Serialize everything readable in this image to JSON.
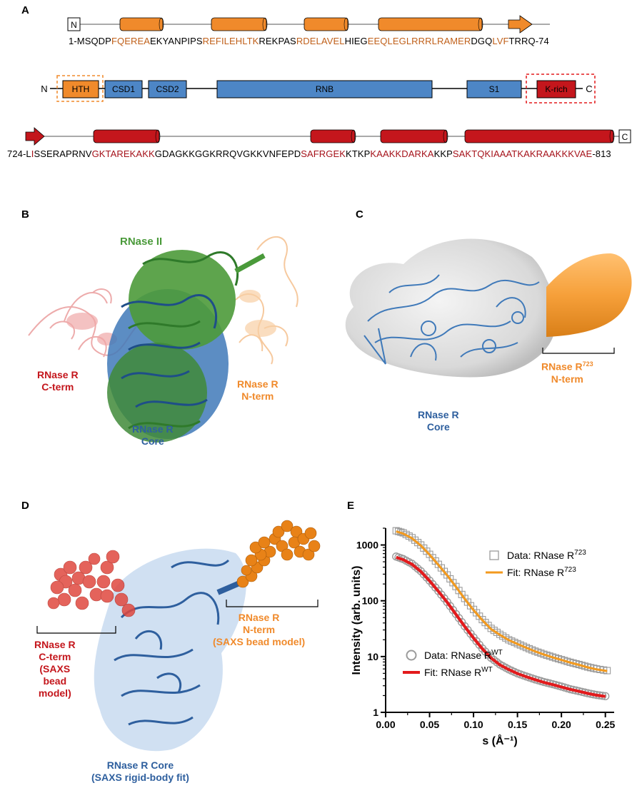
{
  "colors": {
    "orange": "#f08a2b",
    "orange_text": "#c0601a",
    "red": "#c4161c",
    "red_text": "#a5121a",
    "blue": "#4d86c6",
    "blue_dark": "#2e5f9e",
    "green": "#4a9a3a",
    "grey": "#9b9b9b"
  },
  "panel_letters": {
    "a": "A",
    "b": "B",
    "c": "C",
    "d": "D",
    "e": "E"
  },
  "panelA": {
    "nterm_box": "N",
    "cterm_box": "C",
    "seq_n": [
      {
        "t": "1-MSQDP",
        "c": "k"
      },
      {
        "t": "FQEREA",
        "c": "o"
      },
      {
        "t": "EKYANPIPS",
        "c": "k"
      },
      {
        "t": "REFILEHLTK",
        "c": "o"
      },
      {
        "t": "REKPAS",
        "c": "k"
      },
      {
        "t": "RDELAVEL",
        "c": "o"
      },
      {
        "t": "HIEG",
        "c": "k"
      },
      {
        "t": "EEQLEGLRRRLRAMER",
        "c": "o"
      },
      {
        "t": "DGQ",
        "c": "k"
      },
      {
        "t": "LVF",
        "c": "o"
      },
      {
        "t": "TRRQ-74",
        "c": "k"
      }
    ],
    "domains": {
      "n": "N",
      "hth": "HTH",
      "csd1": "CSD1",
      "csd2": "CSD2",
      "rnb": "RNB",
      "s1": "S1",
      "krich": "K-rich",
      "c": "C"
    },
    "seq_c": [
      {
        "t": "724-L",
        "c": "k"
      },
      {
        "t": "I",
        "c": "r"
      },
      {
        "t": "SSERAPRNV",
        "c": "k"
      },
      {
        "t": "GKTAREKAKK",
        "c": "r"
      },
      {
        "t": "GDAGKKGGKRRQVGKKVNFEPD",
        "c": "k"
      },
      {
        "t": "SAFRGEK",
        "c": "r"
      },
      {
        "t": "KTKP",
        "c": "k"
      },
      {
        "t": "KAAKKDARKA",
        "c": "r"
      },
      {
        "t": "KKP",
        "c": "k"
      },
      {
        "t": "SAKTQKIAAATKAKRAAKKKVAE",
        "c": "r"
      },
      {
        "t": "-813",
        "c": "k"
      }
    ]
  },
  "panelB": {
    "rnase2": "RNase II",
    "cterm": [
      "RNase R",
      "C-term"
    ],
    "nterm": [
      "RNase R",
      "N-term"
    ],
    "core": [
      "RNase R",
      "Core"
    ]
  },
  "panelC": {
    "nterm_pre": "RNase R",
    "nterm_sup": "723",
    "nterm_post": "N-term",
    "core": [
      "RNase R",
      "Core"
    ]
  },
  "panelD": {
    "nterm": [
      "RNase R",
      "N-term",
      "(SAXS bead model)"
    ],
    "cterm": [
      "RNase R",
      "C-term",
      "(SAXS",
      "bead",
      "model)"
    ],
    "core": [
      "RNase R Core",
      "(SAXS rigid-body fit)"
    ]
  },
  "chart_data": {
    "type": "line",
    "title": "",
    "xlabel": "s (Å⁻¹)",
    "ylabel": "Intensity (arb. units)",
    "yscale": "log",
    "xlim": [
      0,
      0.25
    ],
    "ylim": [
      1,
      2000
    ],
    "xticks": [
      "0.00",
      "0.05",
      "0.10",
      "0.15",
      "0.20",
      "0.25"
    ],
    "yticks": [
      "1",
      "10",
      "100",
      "1000"
    ],
    "series": [
      {
        "name": "Data: RNase R723",
        "kind": "data",
        "marker": "square",
        "color": "#9b9b9b",
        "x": [
          0.012,
          0.02,
          0.03,
          0.04,
          0.05,
          0.06,
          0.07,
          0.08,
          0.09,
          0.1,
          0.11,
          0.12,
          0.13,
          0.14,
          0.15,
          0.16,
          0.17,
          0.18,
          0.19,
          0.2,
          0.21,
          0.22,
          0.23,
          0.24,
          0.252
        ],
        "y": [
          1800,
          1650,
          1350,
          1000,
          680,
          450,
          290,
          180,
          110,
          70,
          46,
          32,
          25,
          20,
          17,
          14.5,
          12.5,
          11,
          9.8,
          8.8,
          7.9,
          7.2,
          6.5,
          6.0,
          5.6
        ]
      },
      {
        "name": "Fit: RNase R723",
        "kind": "fit",
        "color": "#f39a1e",
        "x": [
          0.012,
          0.02,
          0.03,
          0.04,
          0.05,
          0.06,
          0.07,
          0.08,
          0.09,
          0.1,
          0.11,
          0.12,
          0.13,
          0.14,
          0.15,
          0.16,
          0.17,
          0.18,
          0.19,
          0.2,
          0.21,
          0.22,
          0.23,
          0.24,
          0.252
        ],
        "y": [
          1750,
          1600,
          1320,
          980,
          670,
          440,
          285,
          178,
          108,
          68,
          45,
          31,
          24.5,
          19.8,
          16.8,
          14.4,
          12.4,
          10.9,
          9.7,
          8.7,
          7.8,
          7.1,
          6.4,
          5.9,
          5.5
        ]
      },
      {
        "name": "Data: RNase RWT",
        "kind": "data",
        "marker": "circle",
        "color": "#9b9b9b",
        "x": [
          0.012,
          0.02,
          0.03,
          0.04,
          0.05,
          0.06,
          0.07,
          0.08,
          0.09,
          0.1,
          0.11,
          0.12,
          0.13,
          0.14,
          0.15,
          0.16,
          0.17,
          0.18,
          0.19,
          0.2,
          0.21,
          0.22,
          0.23,
          0.24,
          0.25
        ],
        "y": [
          620,
          560,
          460,
          340,
          230,
          150,
          95,
          58,
          35,
          22,
          14,
          9.5,
          7.2,
          5.9,
          5.0,
          4.4,
          3.9,
          3.5,
          3.2,
          2.9,
          2.6,
          2.4,
          2.2,
          2.05,
          1.95
        ]
      },
      {
        "name": "Fit: RNase RWT",
        "kind": "fit",
        "color": "#e31a1c",
        "x": [
          0.012,
          0.02,
          0.03,
          0.04,
          0.05,
          0.06,
          0.07,
          0.08,
          0.09,
          0.1,
          0.11,
          0.12,
          0.13,
          0.14,
          0.15,
          0.16,
          0.17,
          0.18,
          0.19,
          0.2,
          0.21,
          0.22,
          0.23,
          0.24,
          0.25
        ],
        "y": [
          600,
          545,
          450,
          335,
          228,
          148,
          94,
          57,
          34.5,
          21.5,
          13.8,
          9.4,
          7.1,
          5.85,
          4.95,
          4.35,
          3.85,
          3.45,
          3.15,
          2.85,
          2.58,
          2.38,
          2.18,
          2.03,
          1.93
        ]
      }
    ],
    "legend": [
      {
        "pre": "Data: RNase R",
        "sup": "723",
        "marker": "square"
      },
      {
        "pre": "Fit: RNase R",
        "sup": "723",
        "marker": "orange-line"
      },
      {
        "pre": "Data: RNase R",
        "sup": "WT",
        "marker": "circle"
      },
      {
        "pre": "Fit: RNase R",
        "sup": "WT",
        "marker": "red-line"
      }
    ]
  }
}
